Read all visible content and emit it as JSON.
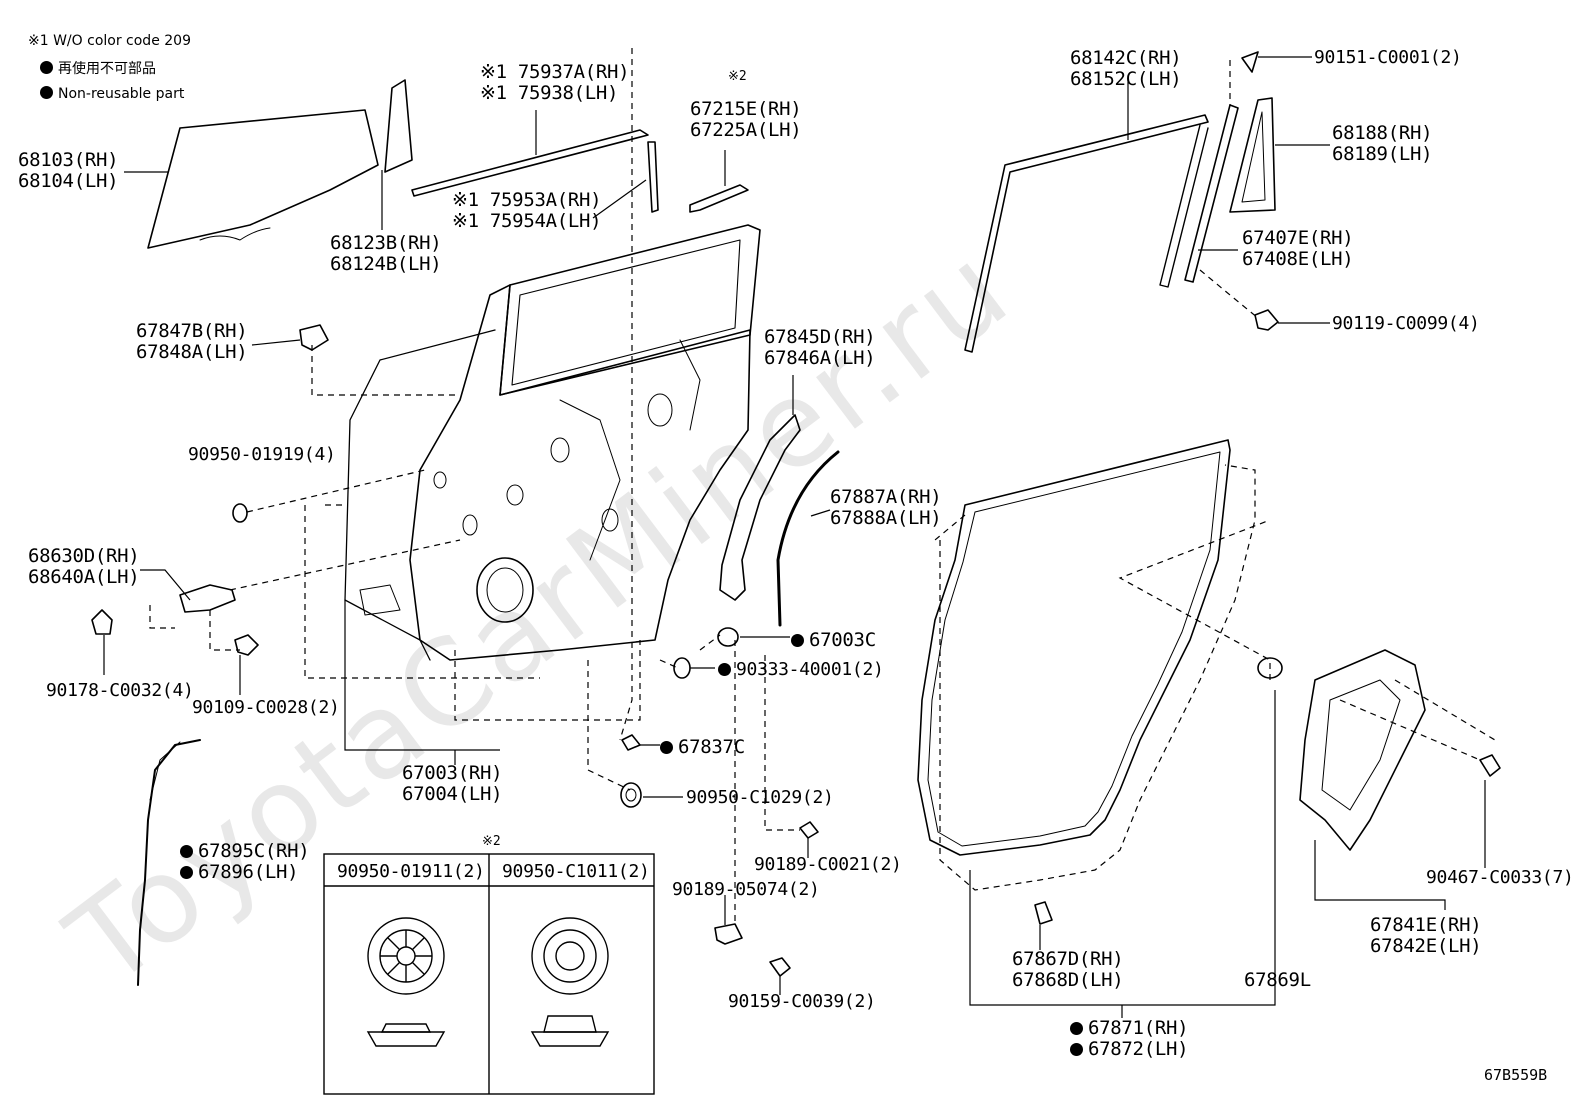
{
  "legend": {
    "note": "※1  W/O color code 209",
    "jp": "再使用不可部品",
    "en": "Non-reusable part"
  },
  "watermark": "ToyotaCarMiner.ru",
  "diagram_code": "67B559B",
  "inset": {
    "mark": "※2",
    "left_label": "90950-01911(2)",
    "right_label": "90950-C1011(2)"
  },
  "labels": {
    "p68103": "68103(RH)",
    "p68104": "68104(LH)",
    "p68123": "68123B(RH)",
    "p68124": "68124B(LH)",
    "p75937": "※1 75937A(RH)",
    "p75938": "※1 75938(LH)",
    "p75953": "※1 75953A(RH)",
    "p75954": "※1 75954A(LH)",
    "mark2": "※2",
    "p67215": "67215E(RH)",
    "p67225": "67225A(LH)",
    "p67847": "67847B(RH)",
    "p67848": "67848A(LH)",
    "p67845": "67845D(RH)",
    "p67846": "67846A(LH)",
    "p90950_01919": "90950-01919(4)",
    "p68630": "68630D(RH)",
    "p68640": "68640A(LH)",
    "p67887": "67887A(RH)",
    "p67888": "67888A(LH)",
    "p67003c": "67003C",
    "p90333": "90333-40001(2)",
    "p90178": "90178-C0032(4)",
    "p90109": "90109-C0028(2)",
    "p67837": "67837C",
    "p67003": "67003(RH)",
    "p67004": "67004(LH)",
    "p90950_c1029": "90950-C1029(2)",
    "p67895": "67895C(RH)",
    "p67896": "67896(LH)",
    "p90189_c0021": "90189-C0021(2)",
    "p90189_05074": "90189-05074(2)",
    "p90159": "90159-C0039(2)",
    "p68142": "68142C(RH)",
    "p68152": "68152C(LH)",
    "p90151": "90151-C0001(2)",
    "p68188": "68188(RH)",
    "p68189": "68189(LH)",
    "p67407": "67407E(RH)",
    "p67408": "67408E(LH)",
    "p90119": "90119-C0099(4)",
    "p90467": "90467-C0033(7)",
    "p67841": "67841E(RH)",
    "p67842": "67842E(LH)",
    "p67867": "67867D(RH)",
    "p67868": "67868D(LH)",
    "p67869": "67869L",
    "p67871": "67871(RH)",
    "p67872": "67872(LH)"
  }
}
